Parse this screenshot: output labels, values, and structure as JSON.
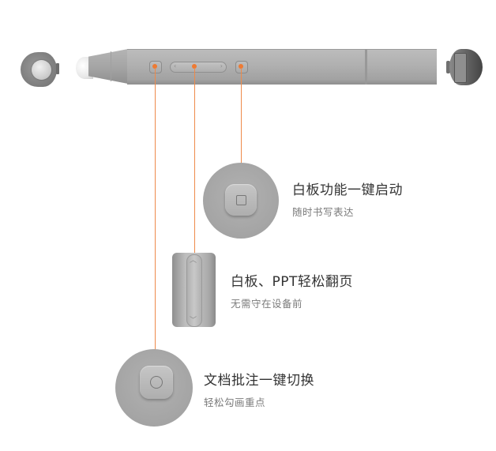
{
  "colors": {
    "accent": "#ee7a33",
    "pen_body": "#b0b0b0",
    "title_text": "#333333",
    "sub_text": "#7a7a7a"
  },
  "pen": {
    "rocker_left_glyph": "‹",
    "rocker_right_glyph": "›"
  },
  "features": [
    {
      "title": "白板功能一键启动",
      "subtitle": "随时书写表达",
      "icon": "square-button-icon"
    },
    {
      "title": "白板、PPT轻松翻页",
      "subtitle": "无需守在设备前",
      "icon": "page-rocker-icon",
      "up_glyph": "︿",
      "down_glyph": "﹀"
    },
    {
      "title": "文档批注一键切换",
      "subtitle": "轻松勾画重点",
      "icon": "circle-button-icon"
    }
  ]
}
